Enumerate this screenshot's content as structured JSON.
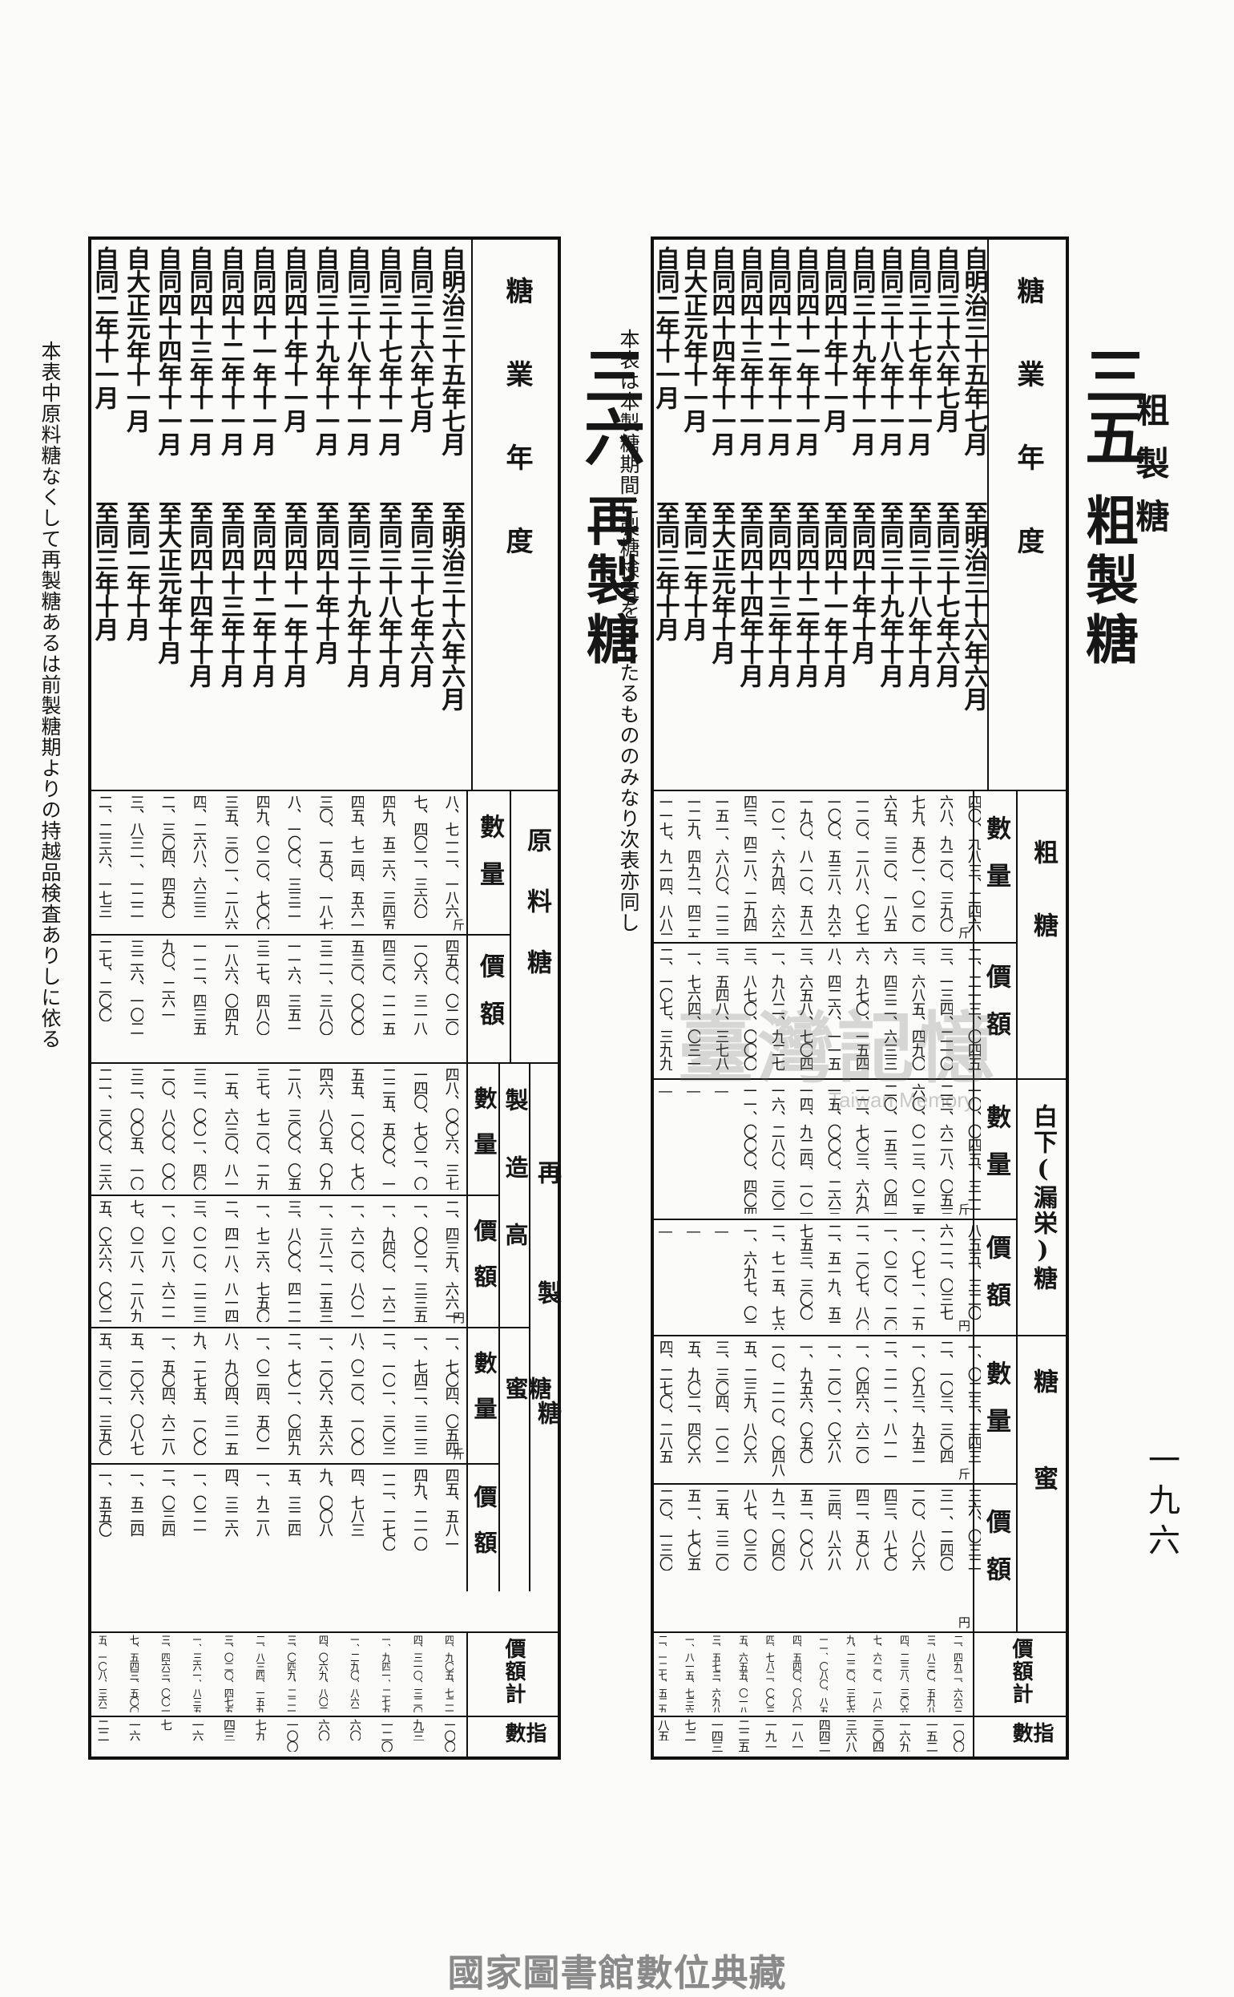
{
  "running_header": "粗製糖",
  "page_number": "一九六",
  "table35": {
    "number": "三五",
    "title": "粗製糖",
    "note": "本表は本製糖期間に製糖検査を了したるもののみなり次表亦同し",
    "header": {
      "year": "糖業年度",
      "crude": "粗糖",
      "white": "白下(漏栄)糖",
      "molasses": "糖蜜",
      "qty": "數量",
      "val": "價額",
      "total": "價額計",
      "index": "指數",
      "unit_kin": "斤",
      "unit_yen": "円"
    },
    "years_start": [
      "自明治三十五年七月",
      "自同三十六年七月",
      "自同三十七年十一月",
      "自同三十八年十一月",
      "自同三十九年十一月",
      "自同四十年十一月",
      "自同四十一年十一月",
      "自同四十二年十一月",
      "自同四十三年十一月",
      "自同四十四年十一月",
      "自大正元年十一月",
      "自同二年十一月"
    ],
    "years_end": [
      "至明治三十六年六月",
      "至同三十七年六月",
      "至同三十八年十月",
      "至同三十九年十月",
      "至同四十年十月",
      "至同四十一年十月",
      "至同四十二年十月",
      "至同四十三年十月",
      "至同四十四年十月",
      "至大正元年十月",
      "至同二年十月",
      "至同三年十月"
    ],
    "crude_qty": [
      "四〇、九八三、二四六",
      "六八、九二〇、三九〇",
      "七九、五〇一、〇二〇",
      "六五、三二〇、一八五",
      "一二〇、二八八、〇七三",
      "一〇〇、五三八、九六五",
      "一九〇、八一〇、五八三",
      "一〇一、六九四、六六六",
      "四三、四二八、二九四",
      "一五一、六八〇、二二三",
      "一二九、四九二、四二九",
      "一一七、九一四、八八三"
    ],
    "crude_val": [
      "二、二一三、〇四五",
      "三、一三四、二一〇",
      "三、六八五、四九〇",
      "六、四三二、六三三",
      "六、九七〇、一五四",
      "八、四二六、一一五",
      "三、六五八、七〇四",
      "一、九八二、九二七",
      "三、八七〇、〇〇〇",
      "三、五四八、三七八",
      "一、七六四、〇三一",
      "二、一〇七、三九九"
    ],
    "white_qty": [
      "一〇、〇四五、三一二",
      "二三、六二八、〇五三",
      "六〇、〇一三、〇二五",
      "二〇、一五三、〇四一",
      "一二、七〇三、六九〇",
      "一五、〇〇〇、二六三",
      "一四、九二四、一〇一",
      "一六、二八〇、三〇二",
      "一一、〇〇〇、四〇四",
      "—",
      "—",
      "—"
    ],
    "white_val": [
      "八五五、三二〇",
      "六一二、〇三七",
      "一、〇七一、二九三",
      "一、〇二〇、二〇八",
      "二、二〇七、八〇八",
      "二、五一九、五二五",
      "七五三、三〇〇",
      "二、七一五、七六五",
      "一、六九七、〇二五",
      "—",
      "—",
      "—"
    ],
    "mol_qty": [
      "一、〇二三、三四三",
      "二、一〇三、三〇四",
      "一、〇九三、九五二",
      "二、二一一、八一一",
      "一、〇四六、六二〇",
      "一、二〇一、〇六八",
      "一、九五六、〇五〇",
      "一〇、二一〇、〇四八",
      "五、二三九、八〇六",
      "三、三〇四、一〇二",
      "五、九〇二、四〇六",
      "四、二七〇、二八五"
    ],
    "mol_val": [
      "三六、〇三二",
      "三一、二四〇",
      "二〇、八〇六",
      "四三、八七〇",
      "四二、五〇八",
      "三四、八六八",
      "五二、〇〇八",
      "九二、〇四〇",
      "八七、〇三〇",
      "二五、三二〇",
      "五一、七〇五",
      "二〇、一三〇"
    ],
    "total": [
      "二、四九二、六六三",
      "三、八三〇、五九八",
      "四、二三八、三〇六",
      "七、六二〇、一八〇",
      "九、二二〇、三七六",
      "一一、〇八〇、八五五",
      "四、五四〇、〇八〇",
      "四、七八二、〇〇三",
      "五、六五五、〇一八",
      "三、五七三、六九八",
      "一、八一五、七三六",
      "二、一二七、五二九"
    ],
    "index": [
      "一〇〇",
      "一五二",
      "一六九",
      "三〇四",
      "三六八",
      "四四二",
      "一八一",
      "一九一",
      "二二五",
      "一四三",
      "七二",
      "八五"
    ]
  },
  "table36": {
    "number": "三六",
    "title": "再製糖",
    "note": "本表中原料糖なくして再製糖あるは前製糖期よりの持越品検査ありしに依る",
    "header": {
      "year": "糖業年度",
      "raw": "原料糖",
      "resugar": "再製糖",
      "production": "製造高",
      "molasses": "糖蜜",
      "qty": "數量",
      "val": "價額",
      "total": "價額計",
      "index": "指數",
      "unit_kin": "斤",
      "unit_yen": "円"
    },
    "years_start": [
      "自明治三十五年七月",
      "自同三十六年七月",
      "自同三十七年十一月",
      "自同三十八年十一月",
      "自同三十九年十一月",
      "自同四十年十一月",
      "自同四十一年十一月",
      "自同四十二年十一月",
      "自同四十三年十一月",
      "自同四十四年十一月",
      "自大正元年十一月",
      "自同二年十一月"
    ],
    "years_end": [
      "至明治三十六年六月",
      "至同三十七年六月",
      "至同三十八年十月",
      "至同三十九年十月",
      "至同四十年十月",
      "至同四十一年十月",
      "至同四十二年十月",
      "至同四十三年十月",
      "至同四十四年十月",
      "至大正元年十月",
      "至同二年十月",
      "至同三年十月"
    ],
    "raw_qty": [
      "八、七一二、一八六",
      "七、四〇二、三六〇",
      "四九、五二六、三四五",
      "四五、七二四、五六一",
      "三〇、一五〇、一八七",
      "八、一〇〇、三三二",
      "四九、〇二〇、七〇〇",
      "三五、三〇一、二八六",
      "四、二六八、六三三",
      "二、三〇四、四五〇",
      "三、八三一、一二二",
      "二、二三六、一七三"
    ],
    "raw_val": [
      "四五〇、〇二〇",
      "一〇六、三一八",
      "四三〇、二一五",
      "五三〇、〇〇〇",
      "三二一、三八〇",
      "一一六、三五一",
      "三二七、四八〇",
      "一八六、〇四九",
      "一一二、四三五",
      "九〇、二六一",
      "三二六、一〇二",
      "二七、二〇〇"
    ],
    "pr_qty": [
      "四八、〇〇六、三七六",
      "一四〇、七〇二、〇一二",
      "二二五、五〇〇、一六三",
      "五五、一〇〇、七〇六",
      "四六、八〇五、〇九七",
      "二八、三〇〇、〇五五",
      "三七、七二〇、二九二",
      "一五、六三〇、八一〇",
      "三二、〇〇一、四〇〇",
      "二〇、八〇〇、〇〇四",
      "三二、〇〇五、一〇二",
      "二一、三〇〇、三六九"
    ],
    "pr_val": [
      "二、四三九、六六一",
      "一、〇〇二、三三五",
      "一、九四〇、一六二",
      "一、六二〇、八〇一",
      "一、三八二、二五三",
      "三、八〇〇、四一二",
      "一、七二六、七五〇",
      "二、四一八、八一四",
      "三、〇一〇、二二三",
      "一、〇二八、六二一",
      "七、〇二八、二八九",
      "五、〇六六、〇〇二"
    ],
    "mol_qty": [
      "一、七〇四、〇五四",
      "一、七四二、三二三",
      "二、一〇一、三〇三",
      "八、〇二〇、一〇〇",
      "一、二〇六、五六六",
      "二、七〇一、〇四九",
      "一、〇二四、五〇一",
      "八、九〇四、三一五",
      "九、二七五、一〇〇",
      "一、五〇四、六二八",
      "五、二〇六、〇八七",
      "五、三〇二、三五〇"
    ],
    "mol_val": [
      "四五、五八一",
      "四九、二一〇",
      "一二、二七〇",
      "四、七八三",
      "九、〇〇八",
      "五、三二四",
      "一、九二八",
      "四、三二六",
      "一、〇二一",
      "二、〇三四",
      "一、五二四",
      "一、五五〇"
    ],
    "total": [
      "四、九〇五、七二一",
      "四、三一〇、三二〇",
      "一、九四一、二七九",
      "一、二九〇、八六二",
      "四、〇六九、八〇二",
      "三、〇四九、二二一",
      "二、八三四、一五九",
      "三、〇二〇、四七五",
      "一、三六一、八三五",
      "三、四六三、〇〇一",
      "七、五四三、五〇〇",
      "五、一〇八、三六二"
    ],
    "index": [
      "一〇〇",
      "九三",
      "一二〇",
      "六〇",
      "六〇",
      "一〇〇",
      "七九",
      "四三",
      "一六",
      "七",
      "一六",
      "二二"
    ]
  },
  "watermark": {
    "main": "臺灣記憶",
    "sub": "Taiwan Memory"
  },
  "footer": "國家圖書館數位典藏"
}
